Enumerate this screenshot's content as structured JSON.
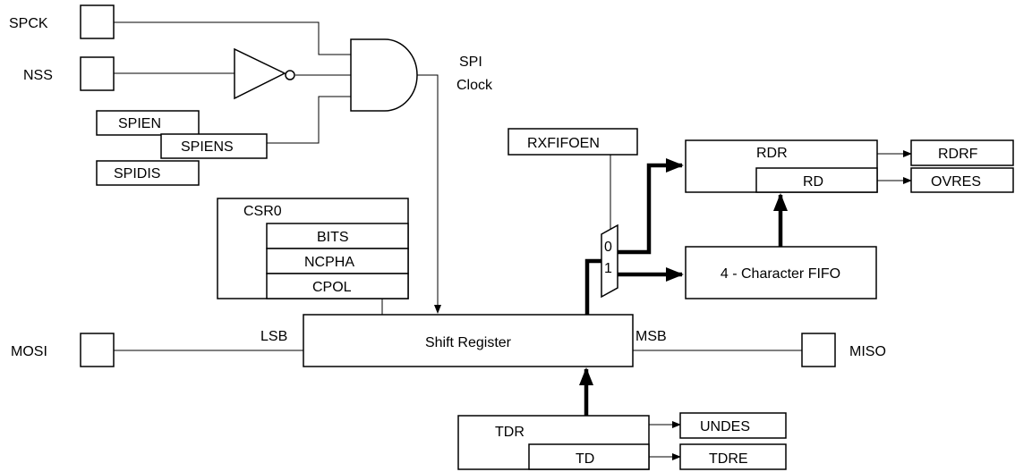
{
  "labels": {
    "spck": "SPCK",
    "nss": "NSS",
    "spi_clock_line1": "SPI",
    "spi_clock_line2": "Clock",
    "spien": "SPIEN",
    "spiens": "SPIENS",
    "spidis": "SPIDIS",
    "csr0": "CSR0",
    "bits": "BITS",
    "ncpha": "NCPHA",
    "cpol": "CPOL",
    "mosi": "MOSI",
    "lsb": "LSB",
    "shift_register": "Shift Register",
    "msb": "MSB",
    "miso": "MISO",
    "rxfifoen": "RXFIFOEN",
    "mux_0": "0",
    "mux_1": "1",
    "rdr": "RDR",
    "rd": "RD",
    "rdrf": "RDRF",
    "ovres": "OVRES",
    "fifo": "4 - Character FIFO",
    "tdr": "TDR",
    "td": "TD",
    "undes": "UNDES",
    "tdre": "TDRE"
  }
}
